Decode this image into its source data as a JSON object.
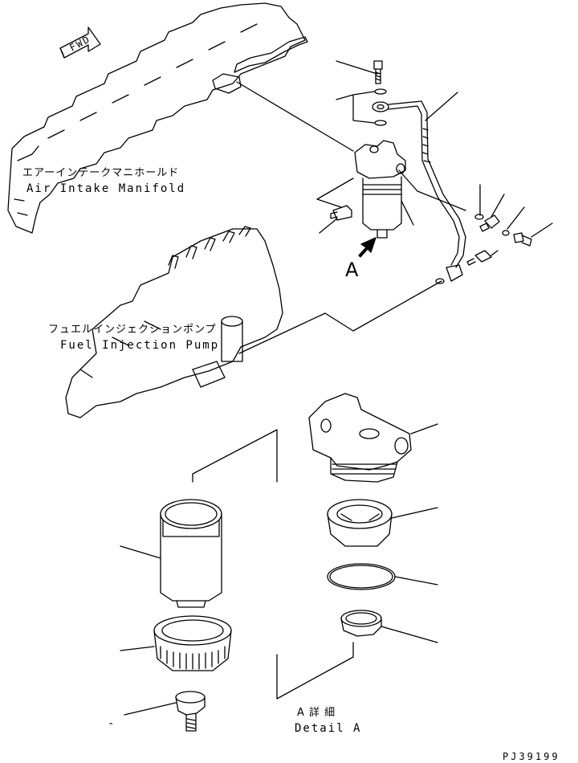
{
  "fwd_label": "FWD",
  "air_intake": {
    "jp": "エアーインテークマニホールド",
    "en": "Air Intake Manifold"
  },
  "fuel_pump": {
    "jp": "フュエルインジェクションポンプ",
    "en": "Fuel Injection Pump"
  },
  "view_arrow_label": "A",
  "detail": {
    "jp": "A 詳 細",
    "en": "Detail A"
  },
  "drawing_number": "PJ39199",
  "stray_mark": "-"
}
